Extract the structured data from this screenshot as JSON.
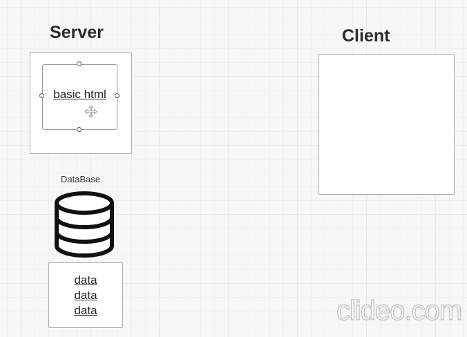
{
  "server": {
    "title": "Server",
    "html_node": {
      "label": "basic html"
    }
  },
  "client": {
    "title": "Client"
  },
  "database": {
    "label": "DataBase",
    "icon": "database-icon",
    "records": [
      "data",
      "data",
      "data"
    ]
  },
  "watermark": {
    "text": "clideo.com"
  },
  "colors": {
    "grid_background": "#f7f7f7",
    "panel_border": "#a9a9a9",
    "selection_handle": "#a03a3a"
  }
}
